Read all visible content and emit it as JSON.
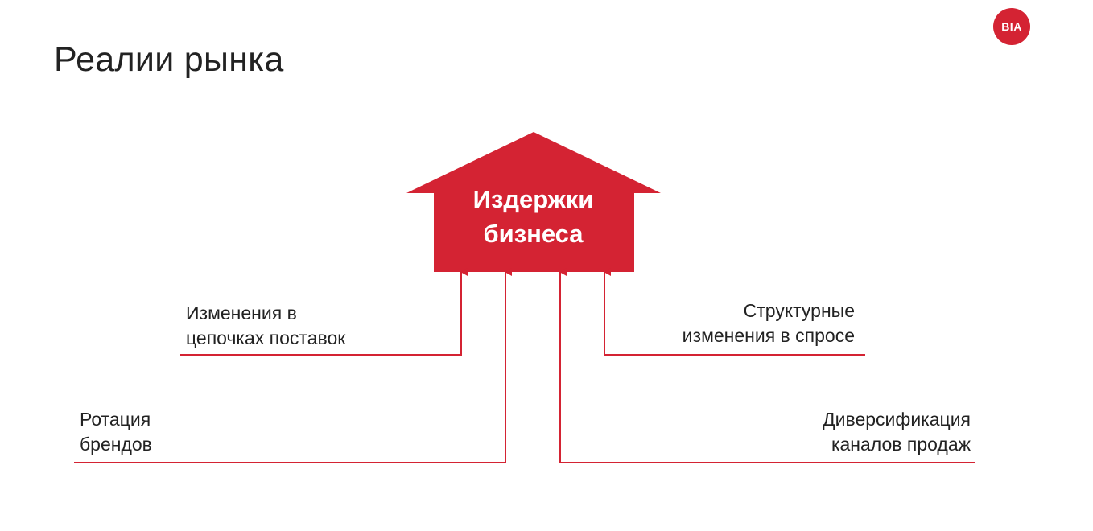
{
  "slide": {
    "title": "Реалии рынка",
    "logo_text": "BIA"
  },
  "house": {
    "line1": "Издержки",
    "line2": "бизнеса"
  },
  "factors": {
    "supply_chains": {
      "line1": "Изменения в",
      "line2": "цепочках поставок"
    },
    "brand_rotation": {
      "line1": "Ротация",
      "line2": "брендов"
    },
    "demand_changes": {
      "line1": "Структурные",
      "line2": "изменения в спросе"
    },
    "channel_diversification": {
      "line1": "Диверсификация",
      "line2": "каналов продаж"
    }
  },
  "colors": {
    "accent": "#d42333",
    "text": "#222222",
    "background": "#ffffff"
  }
}
